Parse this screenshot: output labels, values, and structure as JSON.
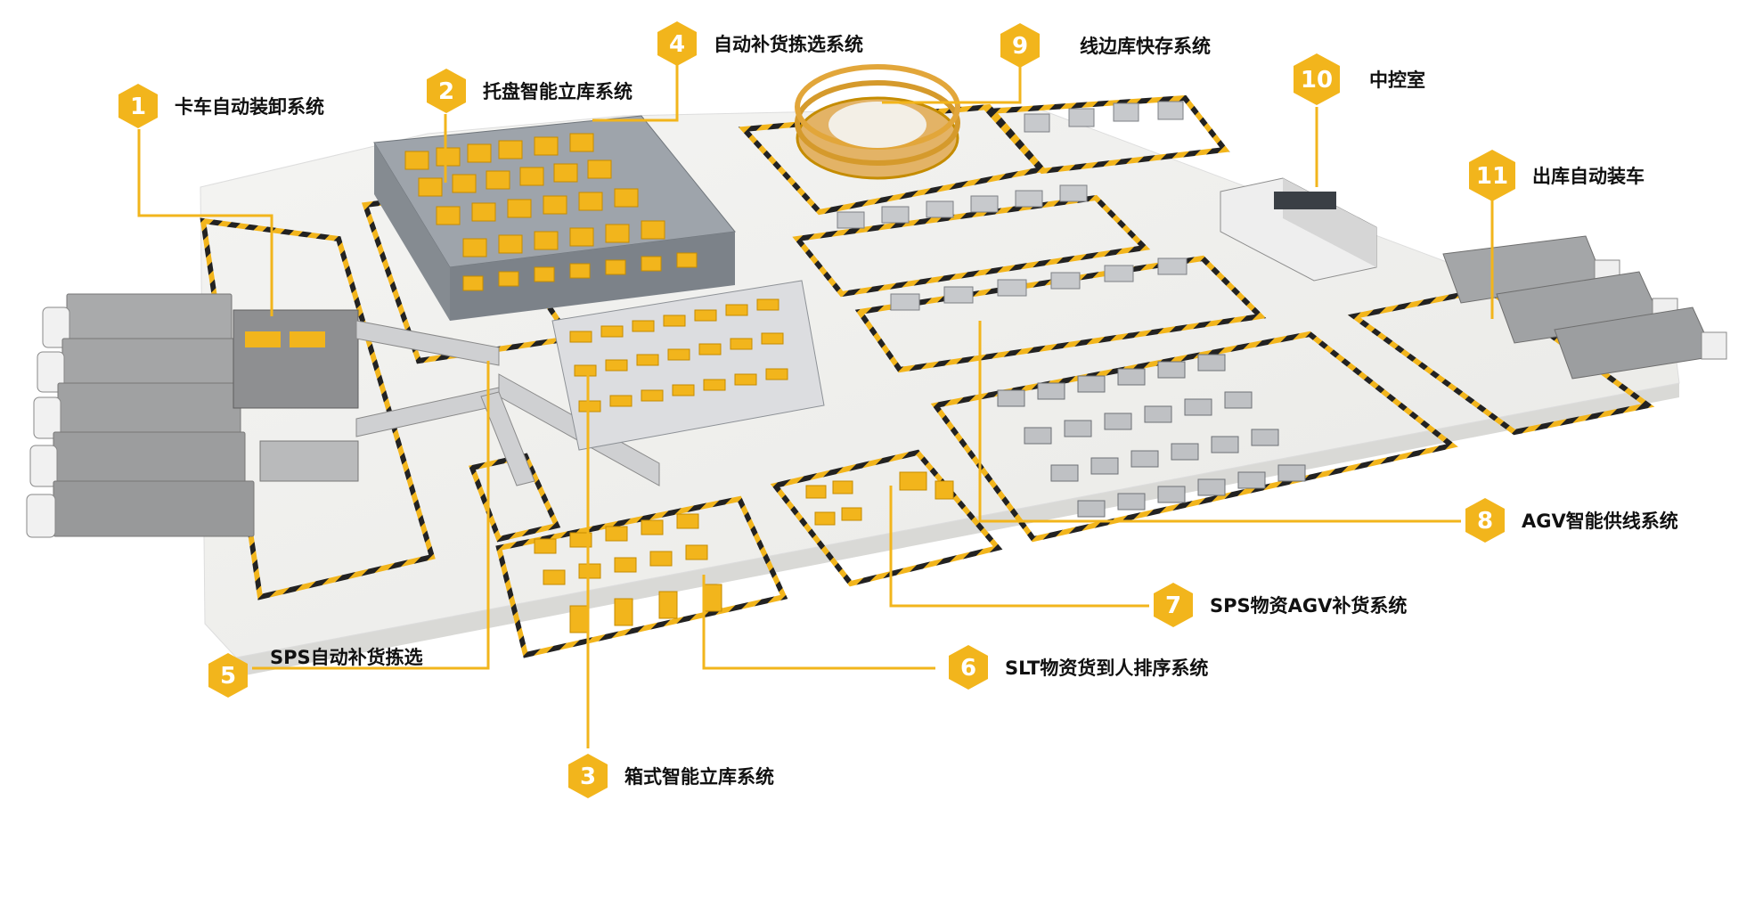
{
  "accent_color": "#f2b51c",
  "hazard_colors": [
    "#f2b51c",
    "#222222"
  ],
  "labels": [
    {
      "num": "1",
      "text": "卡车自动装卸系统"
    },
    {
      "num": "2",
      "text": "托盘智能立库系统"
    },
    {
      "num": "3",
      "text": "箱式智能立库系统"
    },
    {
      "num": "4",
      "text": "自动补货拣选系统"
    },
    {
      "num": "5",
      "text": "SPS自动补货拣选"
    },
    {
      "num": "6",
      "text": "SLT物资货到人排序系统"
    },
    {
      "num": "7",
      "text": "SPS物资AGV补货系统"
    },
    {
      "num": "8",
      "text": "AGV智能供线系统"
    },
    {
      "num": "9",
      "text": "线边库快存系统"
    },
    {
      "num": "10",
      "text": "中控室"
    },
    {
      "num": "11",
      "text": "出库自动装车"
    }
  ]
}
